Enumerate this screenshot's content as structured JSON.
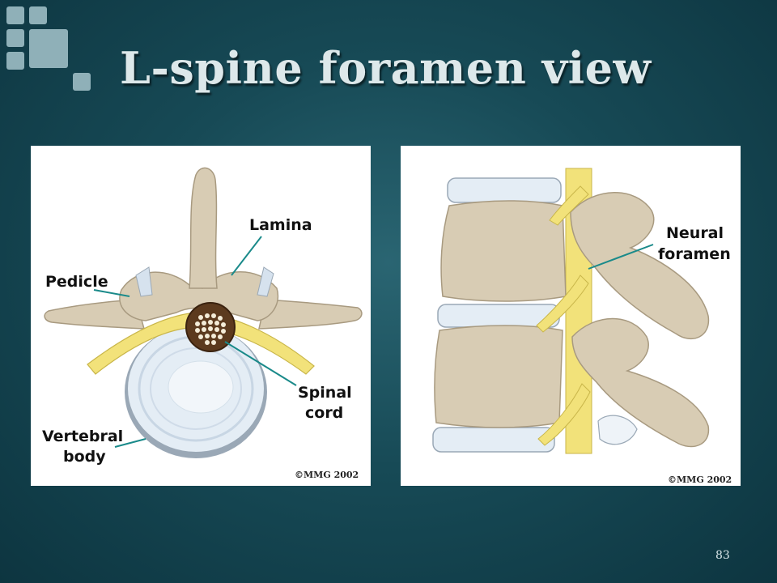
{
  "slide": {
    "title": "L-spine foramen view",
    "page_number": "83"
  },
  "left_figure": {
    "labels": {
      "lamina": "Lamina",
      "pedicle": "Pedicle",
      "spinal_cord_1": "Spinal",
      "spinal_cord_2": "cord",
      "vertebral_body_1": "Vertebral",
      "vertebral_body_2": "body"
    },
    "copyright": "©MMG 2002"
  },
  "right_figure": {
    "labels": {
      "neural_foramen_1": "Neural",
      "neural_foramen_2": "foramen"
    },
    "copyright": "©MMG 2002"
  },
  "colors": {
    "background": "#174a56",
    "bone": "#d8ccb4",
    "bone_shadow": "#a89a80",
    "disc": "#dfe9f2",
    "nerve": "#f2e27a",
    "pointer_line": "#1a8a8a"
  }
}
